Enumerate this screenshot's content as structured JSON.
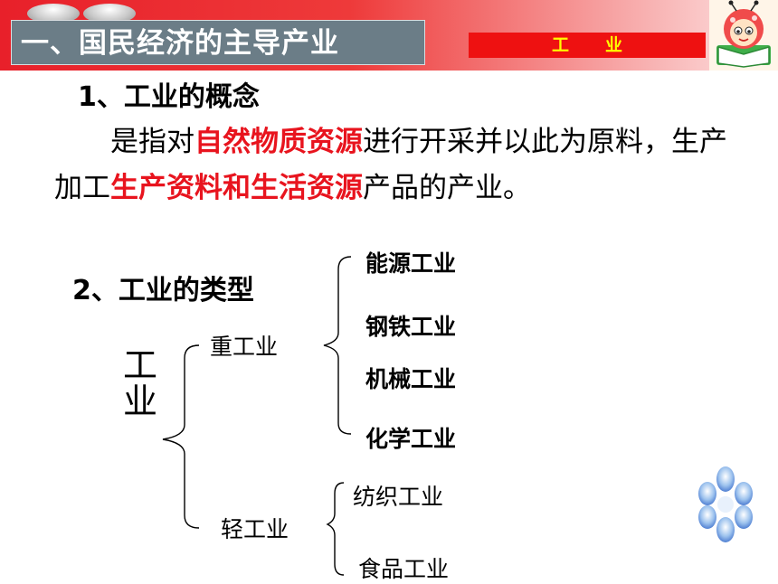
{
  "header": {
    "title": "一、国民经济的主导产业",
    "tag": "工业"
  },
  "section1": {
    "heading": "1、工业的概念",
    "paragraph": [
      {
        "text": "是指对",
        "highlight": false
      },
      {
        "text": "自然物质资源",
        "highlight": true
      },
      {
        "text": "进行开采并以此为原料，生产加工",
        "highlight": false
      },
      {
        "text": "生产资料和生活资源",
        "highlight": true
      },
      {
        "text": "产品的产业。",
        "highlight": false
      }
    ]
  },
  "section2": {
    "heading": "2、工业的类型",
    "root": "工业",
    "heavy": {
      "label": "重工业",
      "items": [
        "能源工业",
        "钢铁工业",
        "机械工业",
        "化学工业"
      ]
    },
    "light": {
      "label": "轻工业",
      "items": [
        "纺织工业",
        "食品工业"
      ]
    }
  },
  "colors": {
    "accent_red": "#e8141e",
    "title_bg": "#6b7d87",
    "tag_bg": "#ee1111",
    "tag_text": "#ffff00"
  }
}
